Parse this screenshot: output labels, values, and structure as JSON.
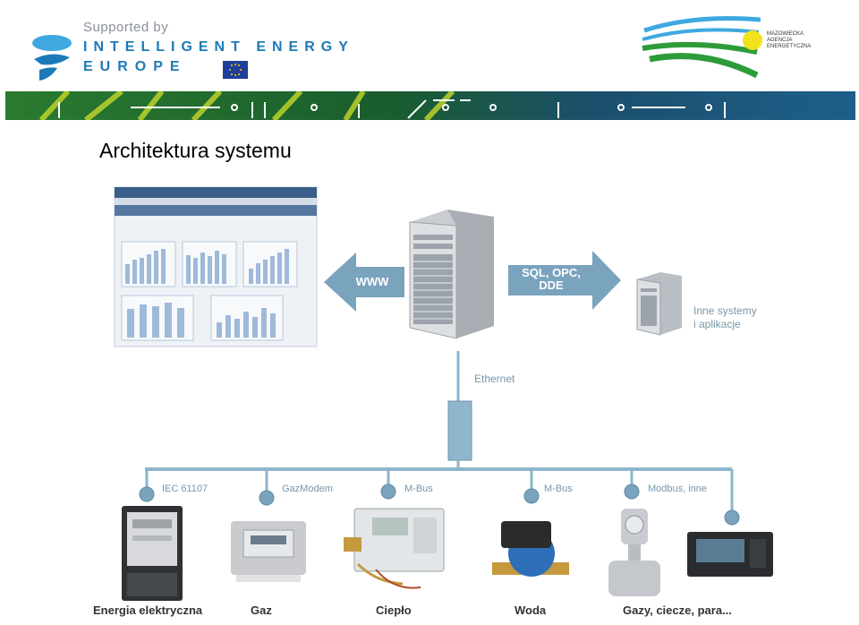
{
  "header": {
    "supported_by": "Supported by",
    "program_line1": "INTELLIGENT ENERGY",
    "program_line2": "EUROPE",
    "agency_name_lines": [
      "MAZOWIECKA",
      "AGENCJA",
      "ENERGETYCZNA"
    ]
  },
  "title": "Architektura systemu",
  "arrows": {
    "left_label": "WWW",
    "right_label_lines": [
      "SQL, OPC,",
      "DDE"
    ]
  },
  "other_systems_lines": [
    "Inne systemy",
    "i aplikacje"
  ],
  "network_label": "Ethernet",
  "protocols": [
    "IEC 61107",
    "GazModem",
    "M-Bus",
    "M-Bus",
    "Modbus, inne"
  ],
  "devices": [
    "Energia elektryczna",
    "Gaz",
    "Ciepło",
    "Woda",
    "Gazy, ciecze, para..."
  ],
  "colors": {
    "program_blue": "#1d79b8",
    "banner_green": "#1d6a2f",
    "arrow_fill": "#7aa3bd",
    "network_line": "#8db5cc"
  }
}
